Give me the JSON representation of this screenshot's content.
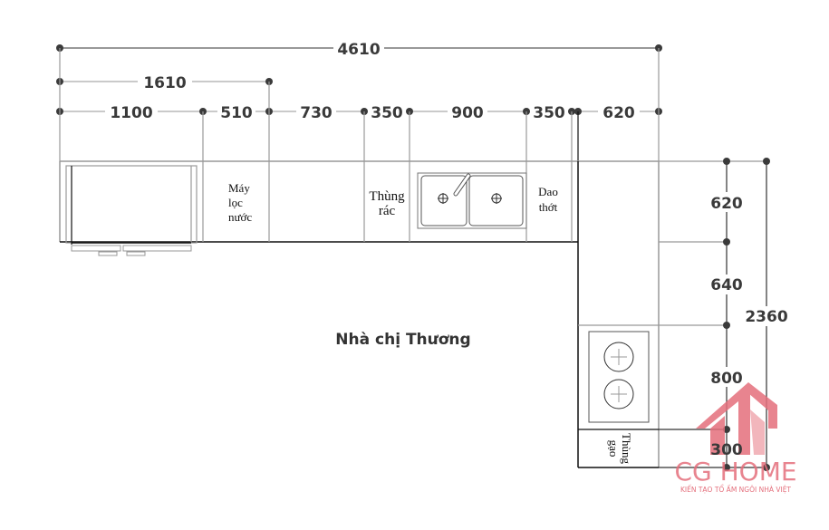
{
  "plan": {
    "title": "Nhà chị Thương",
    "horizontal_dimensions": {
      "overall": "4610",
      "subtotal": "1610",
      "segments": [
        "1100",
        "510",
        "730",
        "350",
        "900",
        "350",
        "620"
      ]
    },
    "vertical_dimensions": {
      "overall": "2360",
      "segments": [
        "620",
        "640",
        "800",
        "300"
      ]
    },
    "zones": {
      "water_filter": [
        "Máy",
        "lọc",
        "nước"
      ],
      "trash_bin": [
        "Thùng",
        "rác"
      ],
      "cutting_board": [
        "Dao",
        "thớt"
      ],
      "rice_bin": [
        "Thùng",
        "gạo"
      ]
    }
  },
  "watermark": {
    "brand": "CG HOME",
    "tagline": "KIẾN TẠO TỔ ẤM NGÔI NHÀ VIỆT",
    "color": "#e46f7c"
  },
  "colors": {
    "line_dark": "#111111",
    "line_gray": "#9a9a9a",
    "dim_dot": "#3a3a3a"
  }
}
